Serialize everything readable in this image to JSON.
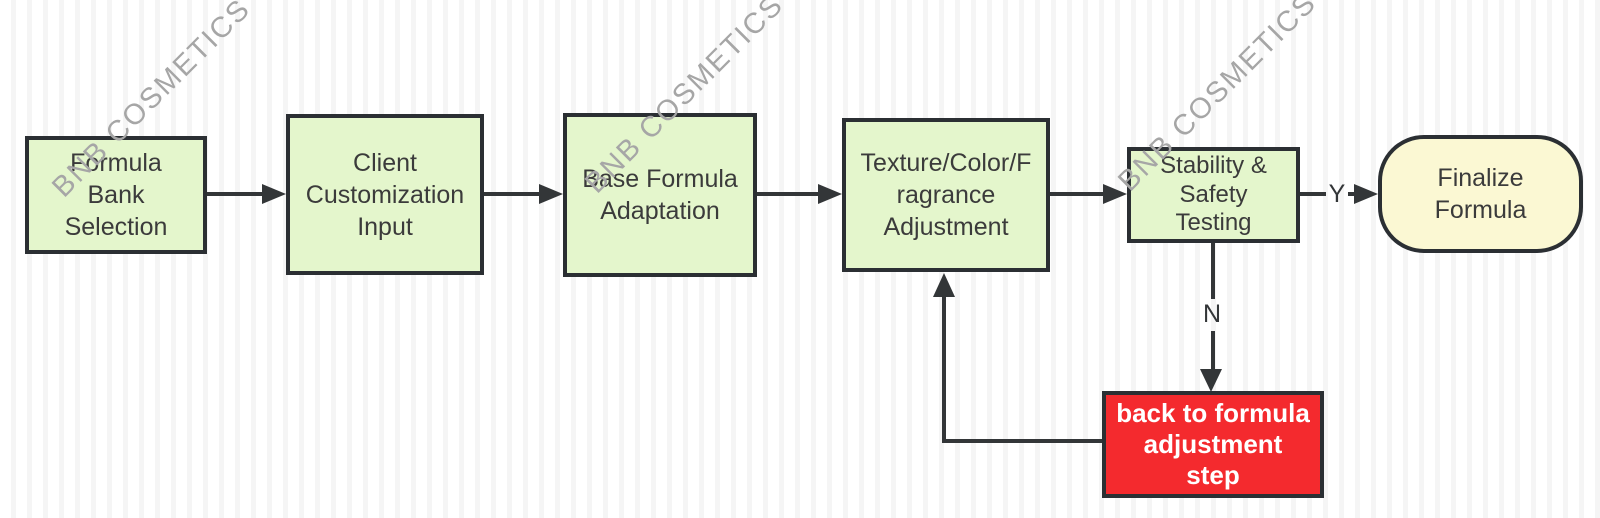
{
  "watermark": {
    "text": "BNB COSMETICS"
  },
  "colors": {
    "process-fill": "#e4f6cc",
    "terminal-fill": "#fbf8d3",
    "alert-fill": "#f42a2e",
    "node-border": "#2b2f33",
    "arrow": "#333638",
    "node-text": "#3b3b3b",
    "alert-text": "#ffffff",
    "watermark": "#a6a6a6"
  },
  "nodes": {
    "formula_bank": {
      "label": "Formula\nBank\nSelection"
    },
    "client_customization": {
      "label": "Client\nCustomization\nInput"
    },
    "base_formula": {
      "label": "Base Formula\nAdaptation"
    },
    "texture_adjustment": {
      "label": "Texture/Color/F\nragrance\nAdjustment"
    },
    "stability_testing": {
      "label": "Stability &\nSafety\nTesting"
    },
    "finalize_formula": {
      "label": "Finalize\nFormula"
    },
    "back_to_adjustment": {
      "label": "back to formula\nadjustment\nstep"
    }
  },
  "edge_labels": {
    "yes": "Y",
    "no": "N"
  }
}
